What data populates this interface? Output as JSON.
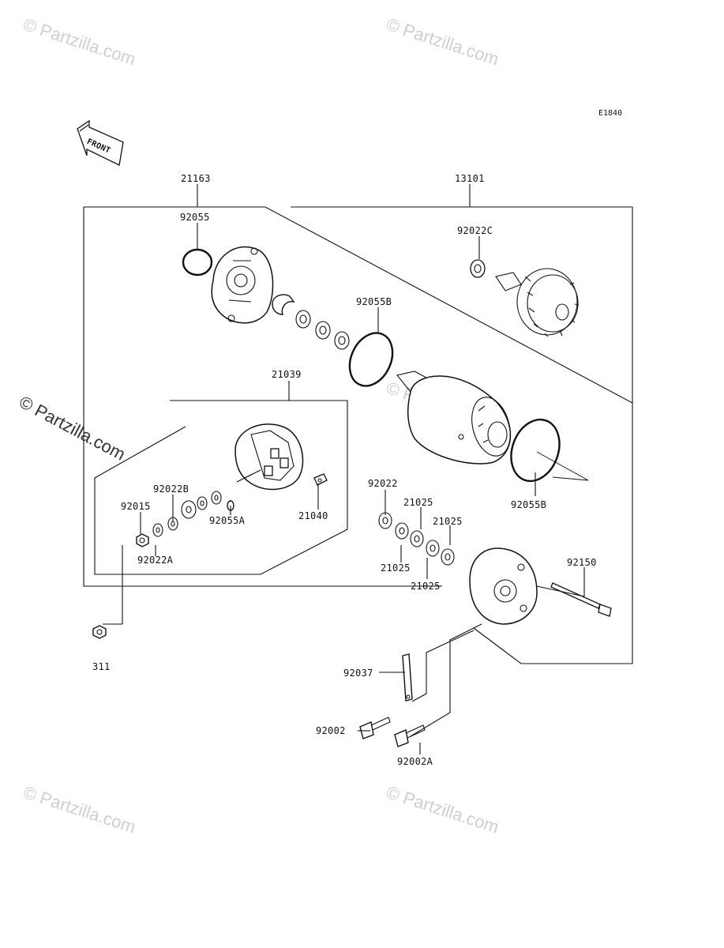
{
  "diagram_code": "E1840",
  "front_arrow_label": "FRONT",
  "watermarks": {
    "faint": "© Partzilla.com",
    "strong": "© Partzilla.com"
  },
  "parts": {
    "p21163": "21163",
    "p13101": "13101",
    "p92055": "92055",
    "p92022C": "92022C",
    "p92055B_top": "92055B",
    "p21039": "21039",
    "p92022B": "92022B",
    "p92015": "92015",
    "p92055A": "92055A",
    "p21040": "21040",
    "p92022A": "92022A",
    "p92022": "92022",
    "p21025_a": "21025",
    "p21025_b": "21025",
    "p21025_c": "21025",
    "p21025_d": "21025",
    "p92055B_bot": "92055B",
    "p92150": "92150",
    "p311": "311",
    "p92037": "92037",
    "p92002": "92002",
    "p92002A": "92002A"
  }
}
